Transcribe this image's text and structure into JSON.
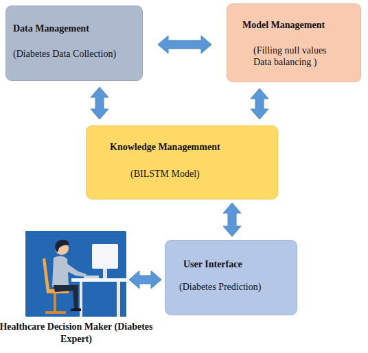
{
  "diagram": {
    "nodes": [
      {
        "text": [
          "Data Management",
          "(Diabetes Data Collection)"
        ]
      },
      {
        "text": [
          "Model Management",
          "(Filling null values Data balancing )"
        ]
      },
      {
        "text": [
          "Knowledge Managemment",
          "(BILSTM Model)"
        ]
      },
      {
        "text": [
          "User Interface",
          "(Diabetes Prediction)"
        ]
      },
      {
        "text": [
          "Healthcare Decision Maker (Diabetes Expert)"
        ]
      }
    ],
    "edges": [
      {
        "from": 0,
        "to": 1,
        "arrow": "both"
      },
      {
        "from": 0,
        "to": 2,
        "arrow": "both"
      },
      {
        "from": 1,
        "to": 2,
        "arrow": "both"
      },
      {
        "from": 2,
        "to": 3,
        "arrow": "both"
      },
      {
        "from": 4,
        "to": 3,
        "arrow": "both"
      }
    ]
  }
}
